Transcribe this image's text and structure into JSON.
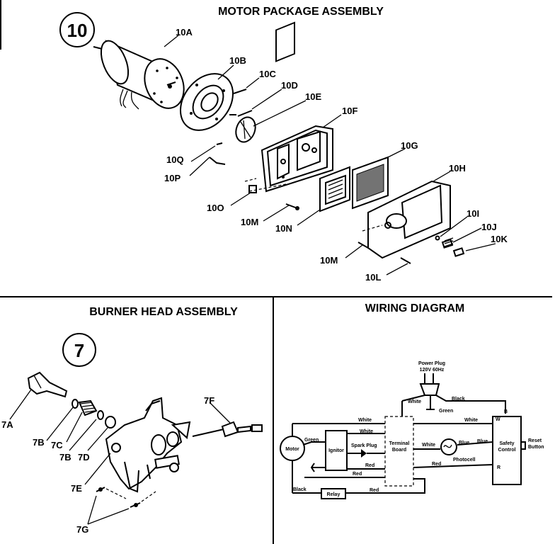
{
  "motor_package": {
    "title": "MOTOR PACKAGE ASSEMBLY",
    "number": "10",
    "parts": [
      "10A",
      "10B",
      "10C",
      "10D",
      "10E",
      "10F",
      "10G",
      "10H",
      "10I",
      "10J",
      "10K",
      "10L",
      "10M",
      "10M",
      "10N",
      "10O",
      "10P",
      "10Q"
    ]
  },
  "burner_head": {
    "title": "BURNER HEAD ASSEMBLY",
    "number": "7",
    "parts": [
      "7A",
      "7B",
      "7C",
      "7B",
      "7D",
      "7E",
      "7F",
      "7G"
    ]
  },
  "wiring": {
    "title": "WIRING DIAGRAM",
    "power_plug_1": "Power Plug",
    "power_plug_2": "120V 60Hz",
    "green_top": "Green",
    "black_top": "Black",
    "white_top": "White",
    "white_1": "White",
    "white_2": "White",
    "white_3": "White",
    "white_left": "White",
    "green_motor": "Green",
    "spark_plug": "Spark Plug",
    "blue_1": "Blue",
    "blue_2": "Blue",
    "photocell": "Photocell",
    "red_1": "Red",
    "red_2": "Red",
    "red_3": "Red",
    "red_4": "Red",
    "black_bottom": "Black",
    "motor": "Motor",
    "igniter": "Ignitor",
    "terminal_1": "Terminal",
    "terminal_2": "Board",
    "safety_1": "Safety",
    "safety_2": "Control",
    "reset_1": "Reset",
    "reset_2": "Button",
    "relay": "Relay",
    "term_b": "B",
    "term_w": "W",
    "term_r": "R"
  }
}
